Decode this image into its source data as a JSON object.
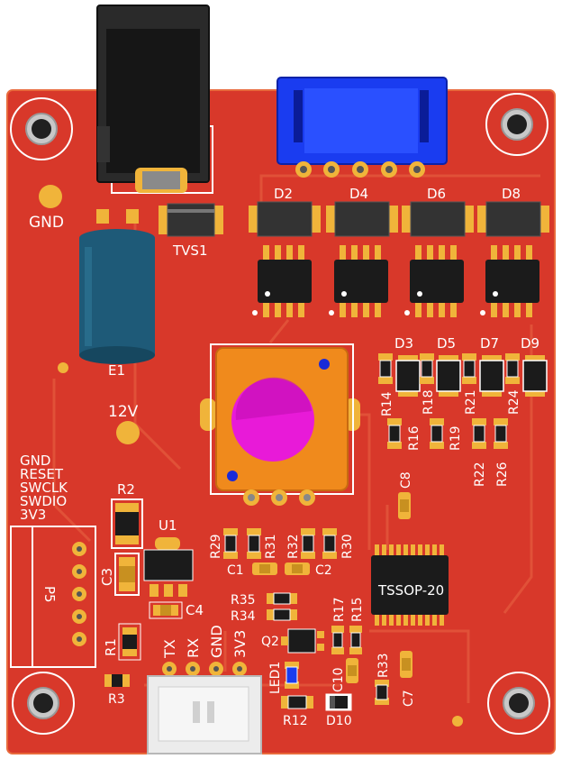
{
  "colors": {
    "board": "#d8382a",
    "silk": "#ffffff",
    "pad": "#f0b43a",
    "ic_body": "#1b1b1b",
    "connector_blue": "#1a3cf0",
    "pot_orange": "#f08a1c",
    "pot_knob": "#e81ad8",
    "capacitor_blue": "#1e5a78"
  },
  "labels": {
    "gnd_top": "GND",
    "v12": "12V",
    "tvs1": "TVS1",
    "e1": "E1",
    "d2": "D2",
    "d4": "D4",
    "d6": "D6",
    "d8": "D8",
    "d3": "D3",
    "d5": "D5",
    "d7": "D7",
    "d9": "D9",
    "r14": "R14",
    "r16": "R16",
    "r18": "R18",
    "r19": "R19",
    "r21": "R21",
    "r22": "R22",
    "r24": "R24",
    "r26": "R26",
    "c8": "C8",
    "r29": "R29",
    "r31": "R31",
    "r32": "R32",
    "r30": "R30",
    "c1": "C1",
    "c2": "C2",
    "r35": "R35",
    "r34": "R34",
    "r17": "R17",
    "r15": "R15",
    "q2": "Q2",
    "led1": "LED1",
    "c10": "C10",
    "r33": "R33",
    "c7": "C7",
    "r12": "R12",
    "d10": "D10",
    "tssop": "TSSOP-20",
    "r2": "R2",
    "u1": "U1",
    "c3": "C3",
    "c4": "C4",
    "r1": "R1",
    "r3": "R3",
    "p5": "P5",
    "swd_gnd": "GND",
    "swd_reset": "RESET",
    "swd_swclk": "SWCLK",
    "swd_swdio": "SWDIO",
    "swd_3v3": "3V3",
    "uart_tx": "TX",
    "uart_rx": "RX",
    "uart_gnd": "GND",
    "uart_3v3": "3V3"
  }
}
